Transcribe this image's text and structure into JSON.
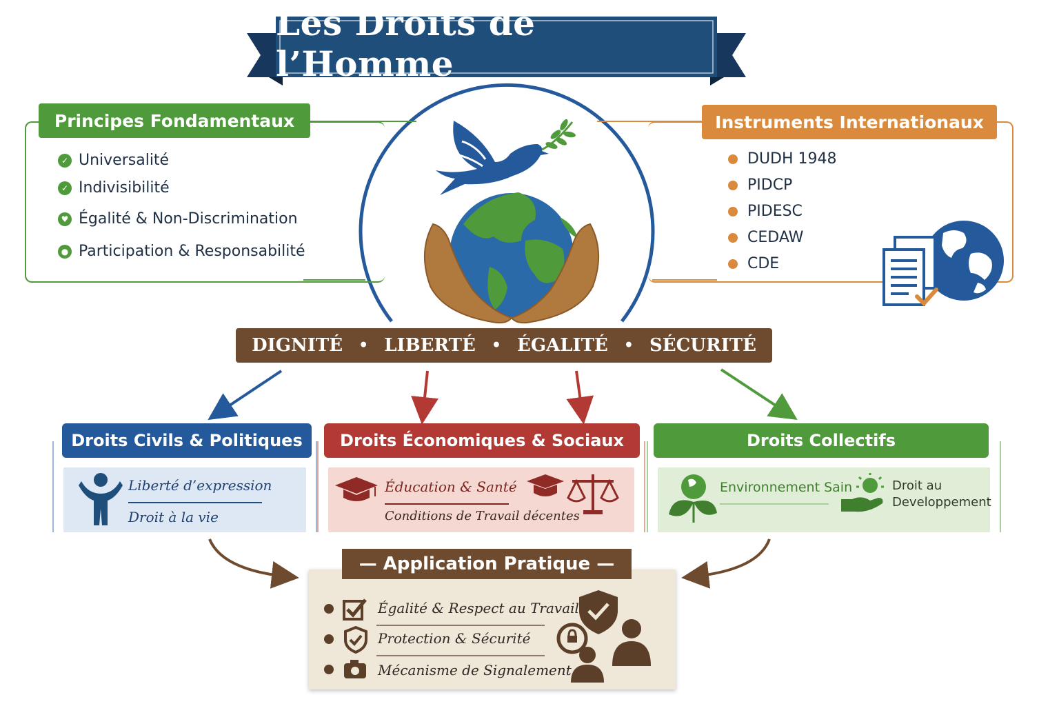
{
  "title": "Les Droits de l’Homme",
  "principles": {
    "heading": "Principes Fondamentaux",
    "items": [
      "Universalité",
      "Indivisibilité",
      "Égalité & Non-Discrimination",
      "Participation & Responsabilité"
    ]
  },
  "instruments": {
    "heading": "Instruments Internationaux",
    "items": [
      "DUDH 1948",
      "PIDCP",
      "PIDESC",
      "CEDAW",
      "CDE"
    ]
  },
  "values": [
    "DIGNITÉ",
    "LIBERTÉ",
    "ÉGALITÉ",
    "SÉCURITÉ"
  ],
  "values_separator": "•",
  "categories": {
    "civil": {
      "heading": "Droits Civils & Politiques",
      "items": [
        "Liberté d’expression",
        "Droit à la vie"
      ]
    },
    "economic": {
      "heading": "Droits Économiques & Sociaux",
      "items": [
        "Éducation & Santé",
        "Conditions de Travail décentes"
      ]
    },
    "collective": {
      "heading": "Droits Collectifs",
      "items": [
        "Environnement Sain",
        "Droit au",
        "Developpement"
      ]
    }
  },
  "application": {
    "heading": "— Application Pratique —",
    "items": [
      "Égalité & Respect au Travail",
      "Protection & Sécurité",
      "Mécanisme de Signalement"
    ]
  },
  "colors": {
    "navy": "#1f4e7a",
    "green": "#4f9a3a",
    "orange": "#d98a3c",
    "blue": "#245a9c",
    "red": "#b33a34",
    "brown": "#6e4a2e"
  },
  "icons": [
    "dove-icon",
    "olive-branch-icon",
    "globe-icon",
    "hands-icon",
    "documents-globe-icon",
    "person-icon",
    "graduation-cap-icon",
    "scales-icon",
    "leaf-globe-icon",
    "hand-sun-icon",
    "checkbox-icon",
    "shield-check-icon",
    "camera-alert-icon",
    "shield-people-icon"
  ]
}
